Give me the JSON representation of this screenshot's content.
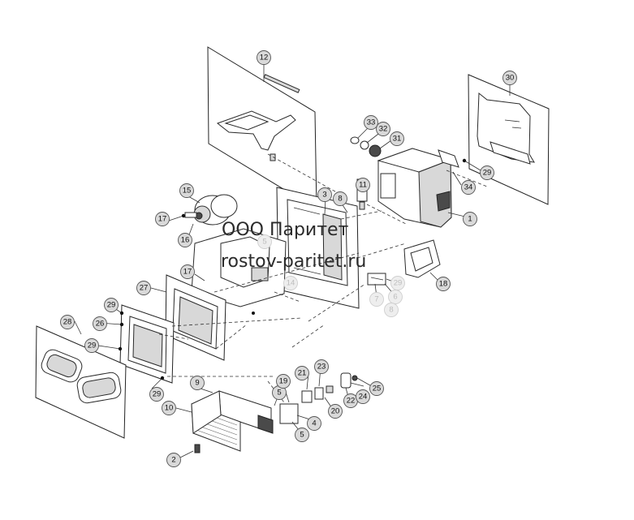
{
  "watermark": {
    "company": "ООО Паритет",
    "site": "rostov-paritet.ru"
  },
  "callouts": [
    {
      "id": "1",
      "label": "1"
    },
    {
      "id": "2",
      "label": "2"
    },
    {
      "id": "3",
      "label": "3"
    },
    {
      "id": "4",
      "label": "4"
    },
    {
      "id": "5a",
      "label": "5"
    },
    {
      "id": "5b",
      "label": "5"
    },
    {
      "id": "5c",
      "label": "5"
    },
    {
      "id": "6",
      "label": "6"
    },
    {
      "id": "7",
      "label": "7"
    },
    {
      "id": "8a",
      "label": "8"
    },
    {
      "id": "8b",
      "label": "8"
    },
    {
      "id": "9",
      "label": "9"
    },
    {
      "id": "10",
      "label": "10"
    },
    {
      "id": "11",
      "label": "11"
    },
    {
      "id": "12",
      "label": "12"
    },
    {
      "id": "14",
      "label": "14"
    },
    {
      "id": "15",
      "label": "15"
    },
    {
      "id": "16",
      "label": "16"
    },
    {
      "id": "17a",
      "label": "17"
    },
    {
      "id": "17b",
      "label": "17"
    },
    {
      "id": "18",
      "label": "18"
    },
    {
      "id": "19",
      "label": "19"
    },
    {
      "id": "20",
      "label": "20"
    },
    {
      "id": "21",
      "label": "21"
    },
    {
      "id": "22",
      "label": "22"
    },
    {
      "id": "23",
      "label": "23"
    },
    {
      "id": "24",
      "label": "24"
    },
    {
      "id": "25",
      "label": "25"
    },
    {
      "id": "26",
      "label": "26"
    },
    {
      "id": "27",
      "label": "27"
    },
    {
      "id": "28",
      "label": "28"
    },
    {
      "id": "29a",
      "label": "29"
    },
    {
      "id": "29b",
      "label": "29"
    },
    {
      "id": "29c",
      "label": "29"
    },
    {
      "id": "29d",
      "label": "29"
    },
    {
      "id": "29e",
      "label": "29"
    },
    {
      "id": "30",
      "label": "30"
    },
    {
      "id": "31",
      "label": "31"
    },
    {
      "id": "32",
      "label": "32"
    },
    {
      "id": "33",
      "label": "33"
    },
    {
      "id": "34",
      "label": "34"
    }
  ]
}
